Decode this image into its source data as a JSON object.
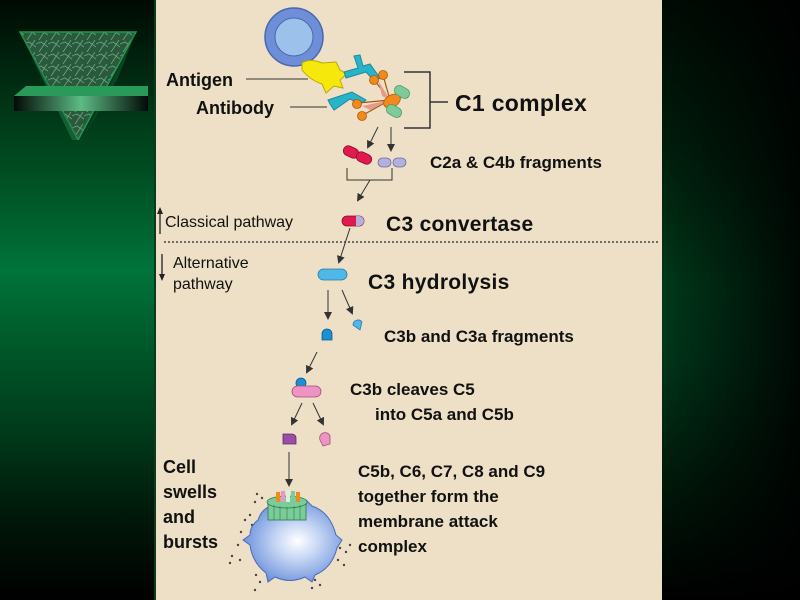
{
  "slide": {
    "labels": {
      "antigen": "Antigen",
      "antibody": "Antibody",
      "c1_complex": "C1 complex",
      "c2a_c4b": "C2a & C4b fragments",
      "classical_pathway": "Classical pathway",
      "c3_convertase": "C3 convertase",
      "alternative_pathway": "Alternative\npathway",
      "c3_hydrolysis": "C3 hydrolysis",
      "c3b_c3a": "C3b and C3a fragments",
      "c3b_cleaves_line1": "C3b cleaves C5",
      "c3b_cleaves_line2": "into C5a and C5b",
      "cell_swells": "Cell\nswells\nand\nbursts",
      "mac": "C5b, C6, C7, C8 and  C9\ntogether form the\nmembrane attack\ncomplex"
    },
    "icons": {
      "logo": "green-marble-triangle-logo",
      "pathway_up": "arrow-up-icon",
      "pathway_down": "arrow-down-icon"
    },
    "colors": {
      "panel": "#eee0c6",
      "antigen": "#f7e80c",
      "antibody": "#27b3c8",
      "c1q": "#f08a1c",
      "c1rs": "#7ccc9a",
      "c2a": "#e0194f",
      "c4b": "#b3b0dd",
      "c3": "#4fb8e8",
      "c3b": "#1e8fd0",
      "c5": "#ef93c4",
      "c5b": "#9a4ea6",
      "cell": "#6f99e3"
    }
  }
}
